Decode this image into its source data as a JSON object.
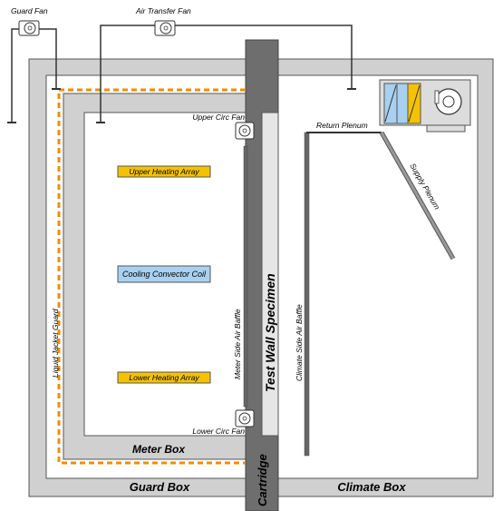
{
  "labels": {
    "guard_fan": "Guard Fan",
    "air_transfer_fan": "Air Transfer Fan",
    "upper_circ_fan": "Upper Circ Fan",
    "lower_circ_fan": "Lower Circ Fan",
    "upper_heating_array": "Upper Heating Array",
    "cooling_convector_coil": "Cooling Convector Coil",
    "lower_heating_array": "Lower Heating Array",
    "meter_side_air_baffle": "Meter Side Air Baffle",
    "climate_side_air_baffle": "Climate Side Air Baffle",
    "liquid_jacket_guard": "Liquid Jacket Guard",
    "test_wall_specimen": "Test Wall Specimen",
    "return_plenum": "Return Plenum",
    "supply_plenum": "Supply Plenum",
    "meter_box": "Meter Box",
    "guard_box": "Guard Box",
    "climate_box": "Climate Box",
    "cartridge": "Cartridge"
  },
  "colors": {
    "box_fill": "#d0d0d0",
    "box_stroke": "#555555",
    "cartridge": "#6e6e6e",
    "specimen": "#e6e6e6",
    "heater": "#f5c200",
    "coil": "#a8d0f0",
    "jacket_dash": "#f28c00",
    "duct": "#333333"
  },
  "icons": [
    "fan-icon",
    "ahu-unit-icon"
  ]
}
